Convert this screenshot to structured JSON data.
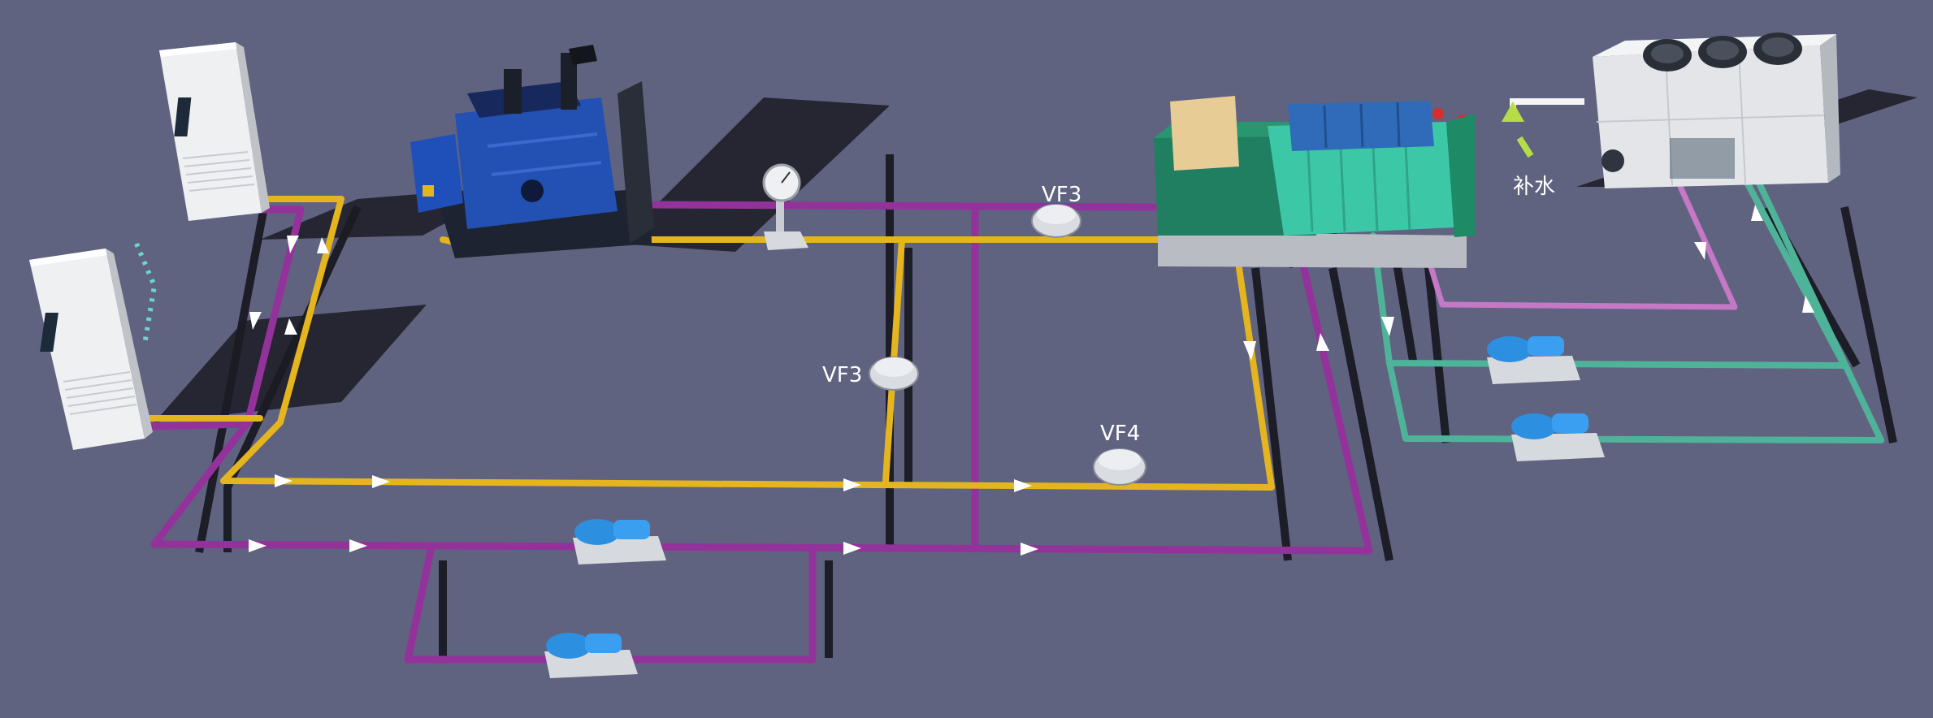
{
  "labels": {
    "vf3_top": "VF3",
    "vf3_mid": "VF3",
    "vf4": "VF4",
    "makeup_water": "补水"
  },
  "colors": {
    "background": "#5f6380",
    "hot_water_pipe": "#93329a",
    "supply_pipe": "#e4b51f",
    "cooling_pipe": "#4fb39a",
    "return_pipe": "#c478c6"
  }
}
